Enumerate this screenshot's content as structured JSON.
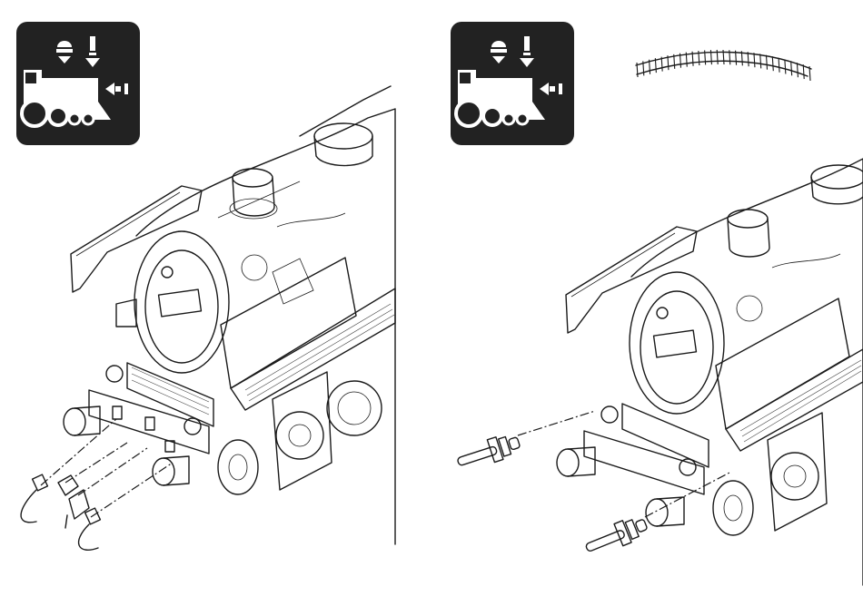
{
  "figure": {
    "panels": [
      {
        "id": "left",
        "icon": "loco-service-icon",
        "accessory": "brake-hoses-and-coupling-set"
      },
      {
        "id": "right",
        "icon": "loco-service-icon",
        "accessory": "buffer-replacement-pins",
        "extra": "curved-track-icon"
      }
    ]
  },
  "colors": {
    "ink": "#1a1a1a",
    "icon_bg": "#222222",
    "icon_fg": "#ffffff",
    "background": "#ffffff"
  }
}
